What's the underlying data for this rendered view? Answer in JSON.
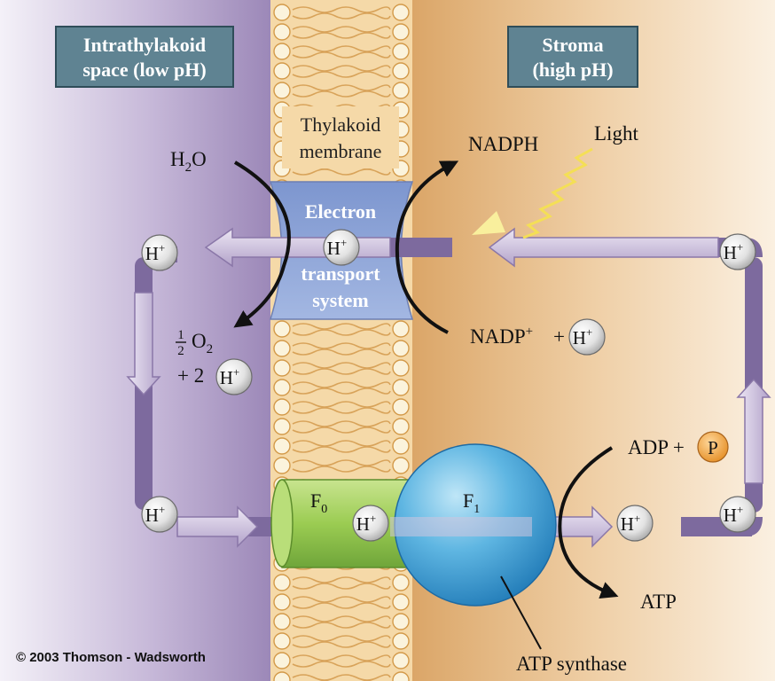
{
  "regions": {
    "left_label_line1": "Intrathylakoid",
    "left_label_line2": "space (low pH)",
    "right_label_line1": "Stroma",
    "right_label_line2": "(high pH)",
    "membrane_line1": "Thylakoid",
    "membrane_line2": "membrane"
  },
  "etc": {
    "line1": "Electron",
    "line2": "transport",
    "line3": "system"
  },
  "molecules": {
    "h2o_main": "H",
    "h2o_sub": "2",
    "h2o_tail": "O",
    "nadph": "NADPH",
    "light": "Light",
    "half_num": "1",
    "half_den": "2",
    "o2_main": "O",
    "o2_sub": "2",
    "plus_two": "+ 2",
    "nadp_main": "NADP",
    "nadp_sup": "+",
    "plus": "+",
    "adp_label": "ADP +",
    "phosphate": "P",
    "atp": "ATP"
  },
  "proton": {
    "main": "H",
    "sup": "+"
  },
  "synthase": {
    "f0_main": "F",
    "f0_sub": "0",
    "f1_main": "F",
    "f1_sub": "1",
    "label": "ATP synthase"
  },
  "credit": "© 2003 Thomson - Wadsworth",
  "colors": {
    "left_region": "#a996c2",
    "right_region": "#e3b57e",
    "membrane": "#f5d9a8",
    "label_box": "#5f8392",
    "etc_box": "#8fa6d6",
    "arrow": "#7d6a9e",
    "f0": "#9ccc55",
    "f1": "#4aa6d6",
    "phosphate": "#f0a43c"
  }
}
